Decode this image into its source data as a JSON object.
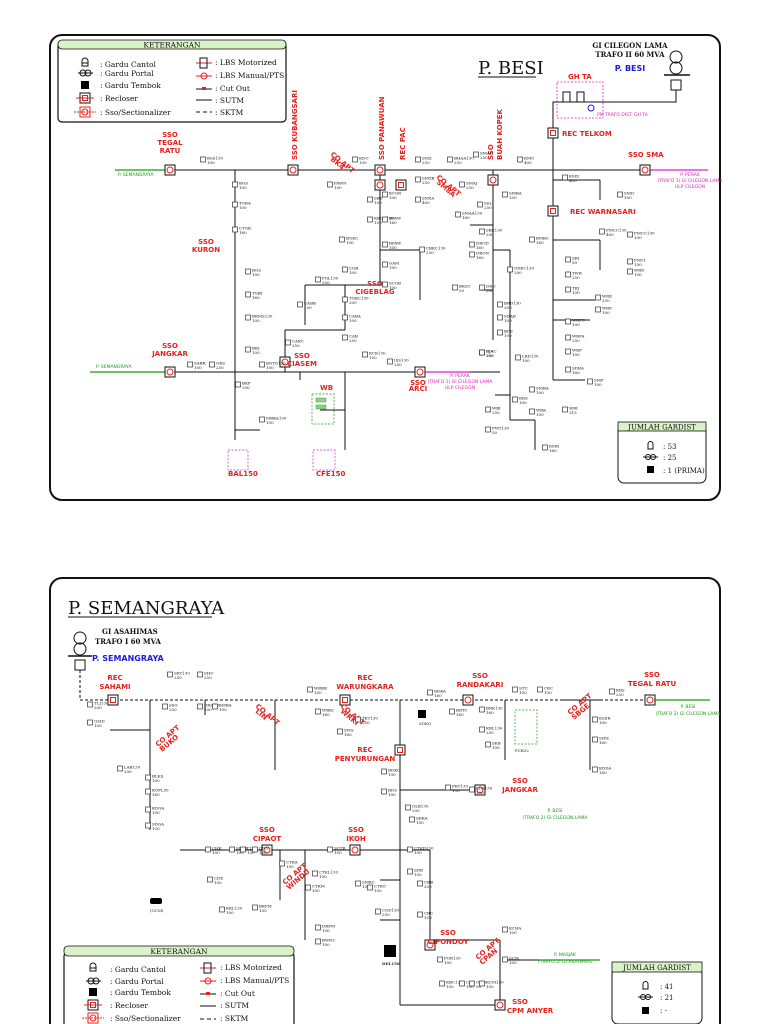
{
  "besi": {
    "title": "P. BESI",
    "gi_name": "GI CILEGON LAMA",
    "gi_trafo": "TRAFO II 60 MVA",
    "gi_feeder": "P. BESI",
    "gh_label": "GH TA",
    "pm_label": "PM TRAFO DIST. GH TA",
    "legend": {
      "title": "KETERANGAN",
      "items_left": [
        ": Gardu Cantol",
        ": Gardu Portal",
        ": Gardu Tembok",
        ": Recloser",
        ": Sso/Sectionalizer"
      ],
      "items_right": [
        ": LBS Motorized",
        ": LBS Manual/PTS",
        ": Cut Out",
        ": SUTM",
        ": SKTM"
      ]
    },
    "gardist": {
      "title": "JUMLAH GARDIST",
      "cantol": ": 53",
      "portal": ": 25",
      "tembok": ": 1 (PRIMA)"
    },
    "red_labels": [
      {
        "lines": [
          "SSO",
          "TEGAL",
          "RATU"
        ]
      },
      {
        "lines": [
          "SSO KUBANGSARI"
        ]
      },
      {
        "lines": [
          "SSO PANAWUAN"
        ]
      },
      {
        "lines": [
          "REC PAC"
        ]
      },
      {
        "lines": [
          "SSO",
          "BUAH KOPEK"
        ]
      },
      {
        "lines": [
          "REC TELKOM"
        ]
      },
      {
        "lines": [
          "SSO SMA"
        ]
      },
      {
        "lines": [
          "REC WARNASARI"
        ]
      },
      {
        "lines": [
          "SSO",
          "KURON"
        ]
      },
      {
        "lines": [
          "SSO",
          "CIGEBLAG"
        ]
      },
      {
        "lines": [
          "SSO",
          "JANGKAR"
        ]
      },
      {
        "lines": [
          "SSO",
          "CIASEM"
        ]
      },
      {
        "lines": [
          "SSO",
          "ARCI"
        ]
      },
      {
        "lines": [
          "CO APT",
          "BK4"
        ]
      },
      {
        "lines": [
          "CO APT",
          "SM8A"
        ]
      },
      {
        "lines": [
          "WB"
        ]
      },
      {
        "lines": [
          "BAL150"
        ]
      },
      {
        "lines": [
          "CFE150"
        ]
      }
    ],
    "ties": [
      {
        "text": "P. SEMANGRAYA"
      },
      {
        "text": "P. SEMANGRAYA"
      },
      {
        "lines": [
          "P. PERAK",
          "(TRAFO 1) GI CILEGON LAMA",
          "ULP CILEGON"
        ]
      },
      {
        "lines": [
          "P. PERAK",
          "(TRAFO 1) GI CILEGON LAMA",
          "ULP CILEGON"
        ]
      }
    ],
    "gardu": [
      {
        "code": "BSS130",
        "val": "100"
      },
      {
        "code": "BGS",
        "val": "100"
      },
      {
        "code": "TGRA",
        "val": "100"
      },
      {
        "code": "CTGR",
        "val": "160"
      },
      {
        "code": "BGS",
        "val": "100"
      },
      {
        "code": "TGBI",
        "val": "160"
      },
      {
        "code": "BKMS130",
        "val": "100"
      },
      {
        "code": "BKI",
        "val": "100"
      },
      {
        "code": "SABR",
        "val": "100"
      },
      {
        "code": "GRS",
        "val": "250"
      },
      {
        "code": "BKP",
        "val": "200"
      },
      {
        "code": "BGTG130",
        "val": "100"
      },
      {
        "code": "MRKA130",
        "val": "100"
      },
      {
        "code": "KDO",
        "val": "100"
      },
      {
        "code": "PAWN",
        "val": "100"
      },
      {
        "code": "SBR",
        "val": "100"
      },
      {
        "code": "KBCC130",
        "val": "100"
      },
      {
        "code": "BGKC",
        "val": "100"
      },
      {
        "code": "KCGR",
        "val": "100"
      },
      {
        "code": "BPAW",
        "val": "160"
      },
      {
        "code": "RPAW",
        "val": "100"
      },
      {
        "code": "GAM",
        "val": "100"
      },
      {
        "code": "SCGB",
        "val": "100"
      },
      {
        "code": "CBKC130",
        "val": "250"
      },
      {
        "code": "CGB",
        "val": "100"
      },
      {
        "code": "PGL130",
        "val": "200"
      },
      {
        "code": "TGBC130",
        "val": "200"
      },
      {
        "code": "CABB",
        "val": "100"
      },
      {
        "code": "CABA",
        "val": "100"
      },
      {
        "code": "CAB",
        "val": "250"
      },
      {
        "code": "CAKC",
        "val": "250"
      },
      {
        "code": "KCK130",
        "val": "100"
      },
      {
        "code": "ISS130",
        "val": "250"
      },
      {
        "code": "SMZ",
        "val": "250"
      },
      {
        "code": "SMZB",
        "val": "250"
      },
      {
        "code": "SM8A",
        "val": "400"
      },
      {
        "code": "BHAA130",
        "val": "250"
      },
      {
        "code": "SMAJ",
        "val": "250"
      },
      {
        "code": "SMAR",
        "val": "250"
      },
      {
        "code": "SSL",
        "val": "250"
      },
      {
        "code": "SMBA",
        "val": "100"
      },
      {
        "code": "SMAA130",
        "val": "160"
      },
      {
        "code": "SBK130",
        "val": "200"
      },
      {
        "code": "DROD",
        "val": "160"
      },
      {
        "code": "DRON",
        "val": "160"
      },
      {
        "code": "GDEC130",
        "val": "200"
      },
      {
        "code": "BKSC",
        "val": "50"
      },
      {
        "code": "DRO",
        "val": "200"
      },
      {
        "code": "BRD130",
        "val": "200"
      },
      {
        "code": "SDAR",
        "val": "100"
      },
      {
        "code": "BDS",
        "val": "100"
      },
      {
        "code": "BJA",
        "val": "200"
      },
      {
        "code": "RJAC",
        "val": "200"
      },
      {
        "code": "KMU",
        "val": "400"
      },
      {
        "code": "KMX",
        "val": "400"
      },
      {
        "code": "SMD",
        "val": "100"
      },
      {
        "code": "BMBC",
        "val": "160"
      },
      {
        "code": "PMCC130",
        "val": "400"
      },
      {
        "code": "PMCC130",
        "val": "100"
      },
      {
        "code": "SRI",
        "val": "50"
      },
      {
        "code": "TWR",
        "val": "250"
      },
      {
        "code": "TRJ",
        "val": "100"
      },
      {
        "code": "PMCI",
        "val": "100"
      },
      {
        "code": "WRD",
        "val": "100"
      },
      {
        "code": "WRE",
        "val": "250"
      },
      {
        "code": "WRF",
        "val": "100"
      },
      {
        "code": "WRFC",
        "val": "100"
      },
      {
        "code": "WRFA",
        "val": "250"
      },
      {
        "code": "WRP",
        "val": "100"
      },
      {
        "code": "SDRA",
        "val": "160"
      },
      {
        "code": "SMP",
        "val": "100"
      },
      {
        "code": "LRD130",
        "val": "100"
      },
      {
        "code": "SMBA",
        "val": "100"
      },
      {
        "code": "WRI",
        "val": "315"
      },
      {
        "code": "WRK",
        "val": "100"
      },
      {
        "code": "WBI",
        "val": "250"
      },
      {
        "code": "PWT130",
        "val": "50"
      },
      {
        "code": "KMR",
        "val": "160"
      },
      {
        "code": "KRS",
        "val": "100"
      }
    ]
  },
  "semangraya": {
    "title": "P. SEMANGRAYA",
    "gi_name": "GI ASAHIMAS",
    "gi_trafo": "TRAFO I 60 MVA",
    "gi_feeder": "P. SEMANGRAYA",
    "legend": {
      "title": "KETERANGAN",
      "items_left": [
        ": Gardu Cantol",
        ": Gardu Portal",
        ": Gardu Tembok",
        ": Recloser",
        ": Sso/Sectionalizer"
      ],
      "items_right": [
        ": LBS Motorized",
        ": LBS Manual/PTS",
        ": Cut Out",
        ": SUTM",
        ": SKTM"
      ]
    },
    "gardist": {
      "title": "JUMLAH GARDIST",
      "cantol": ": 41",
      "portal": ": 21",
      "tembok": ": -"
    },
    "red_labels": [
      {
        "lines": [
          "REC",
          "SAHAMI"
        ]
      },
      {
        "lines": [
          "REC",
          "WARUNGKARA"
        ]
      },
      {
        "lines": [
          "SSO",
          "RANDAKARI"
        ]
      },
      {
        "lines": [
          "SSO",
          "TEGAL RATU"
        ]
      },
      {
        "lines": [
          "REC",
          "PENYURUNGAN"
        ]
      },
      {
        "lines": [
          "SSO",
          "JANGKAR"
        ]
      },
      {
        "lines": [
          "SSO",
          "CIPAOT"
        ]
      },
      {
        "lines": [
          "SSO",
          "IKOH"
        ]
      },
      {
        "lines": [
          "SSO",
          "CIPONDOY"
        ]
      },
      {
        "lines": [
          "SSO",
          "CPM ANYER"
        ]
      },
      {
        "lines": [
          "CO APT",
          "BUKO"
        ]
      },
      {
        "lines": [
          "CO APT",
          "LIN"
        ]
      },
      {
        "lines": [
          "CO APT",
          "WRKI"
        ]
      },
      {
        "lines": [
          "CO APT",
          "SBGE"
        ]
      },
      {
        "lines": [
          "CO APT",
          "WINDU"
        ]
      },
      {
        "lines": [
          "CO APT",
          "CPAN"
        ]
      }
    ],
    "ties": [
      {
        "lines": [
          "P. BESI",
          "(TRAFO 2) GI CILEGON LAMA"
        ]
      },
      {
        "lines": [
          "P. BESI",
          "(TRAFO 2) GI CILEGON LAMA"
        ]
      },
      {
        "lines": [
          "P. MASJAK",
          "(TRAFO 2) GI ASAHIMAS"
        ]
      }
    ],
    "gardu": [
      {
        "code": "TLJ130",
        "val": "200"
      },
      {
        "code": "GSID",
        "val": "100"
      },
      {
        "code": "SKY130",
        "val": "250"
      },
      {
        "code": "SHU",
        "val": "250"
      },
      {
        "code": "SSG",
        "val": "250"
      },
      {
        "code": "DRS130",
        "val": "200"
      },
      {
        "code": "SMBA",
        "val": "100"
      },
      {
        "code": "LAB130",
        "val": "200"
      },
      {
        "code": "BLKS",
        "val": "100"
      },
      {
        "code": "KOPL30",
        "val": "160"
      },
      {
        "code": "KDGA",
        "val": "100"
      },
      {
        "code": "SDGA",
        "val": "100"
      },
      {
        "code": "WRBK",
        "val": "100"
      },
      {
        "code": "WRKI",
        "val": "160"
      },
      {
        "code": "TKT130",
        "val": "250"
      },
      {
        "code": "SWS",
        "val": "160"
      },
      {
        "code": "RDKA",
        "val": "160"
      },
      {
        "code": "BRTC",
        "val": "160"
      },
      {
        "code": "STU",
        "val": "100"
      },
      {
        "code": "CRC",
        "val": "100"
      },
      {
        "code": "KBS",
        "val": "250"
      },
      {
        "code": "BRK130",
        "val": "160"
      },
      {
        "code": "KRL130",
        "val": "250"
      },
      {
        "code": "SKB",
        "val": "100"
      },
      {
        "code": "KSSR",
        "val": "100"
      },
      {
        "code": "SIFZ",
        "val": "160"
      },
      {
        "code": "KDDA",
        "val": "160"
      },
      {
        "code": "RDKC",
        "val": "100"
      },
      {
        "code": "RDS",
        "val": "100"
      },
      {
        "code": "GLB130",
        "val": "200"
      },
      {
        "code": "SKKA",
        "val": "100"
      },
      {
        "code": "PKT130",
        "val": "100"
      },
      {
        "code": "LDS130",
        "val": "100"
      },
      {
        "code": "CHK",
        "val": "100"
      },
      {
        "code": "SDDE",
        "val": "100"
      },
      {
        "code": "CLH",
        "val": "100"
      },
      {
        "code": "CDN",
        "val": "100"
      },
      {
        "code": "CTRA",
        "val": "100"
      },
      {
        "code": "SCTR",
        "val": "100"
      },
      {
        "code": "CDE",
        "val": "100"
      },
      {
        "code": "KKL130",
        "val": "100"
      },
      {
        "code": "BKPM",
        "val": "100"
      },
      {
        "code": "CTKM",
        "val": "100"
      },
      {
        "code": "CTKL130",
        "val": "100"
      },
      {
        "code": "DRFM",
        "val": "100"
      },
      {
        "code": "BWNC",
        "val": "100"
      },
      {
        "code": "SMKC",
        "val": "100"
      },
      {
        "code": "CTKD130",
        "val": "100"
      },
      {
        "code": "SDB",
        "val": "100"
      },
      {
        "code": "CTKO",
        "val": "100"
      },
      {
        "code": "CRB",
        "val": "200"
      },
      {
        "code": "CGD130",
        "val": "250"
      },
      {
        "code": "CRC",
        "val": "100"
      },
      {
        "code": "KCHA",
        "val": "100"
      },
      {
        "code": "POR130",
        "val": "100"
      },
      {
        "code": "SCM",
        "val": "100"
      },
      {
        "code": "KBC130",
        "val": "100"
      },
      {
        "code": "CDS",
        "val": "100"
      },
      {
        "code": "ONG",
        "val": "50"
      },
      {
        "code": "KCM130",
        "val": "100"
      }
    ],
    "other_text": [
      {
        "text": "DEL150"
      },
      {
        "text": "SOKO"
      },
      {
        "text": "(GCM)"
      },
      {
        "text": "PCB32"
      }
    ]
  }
}
